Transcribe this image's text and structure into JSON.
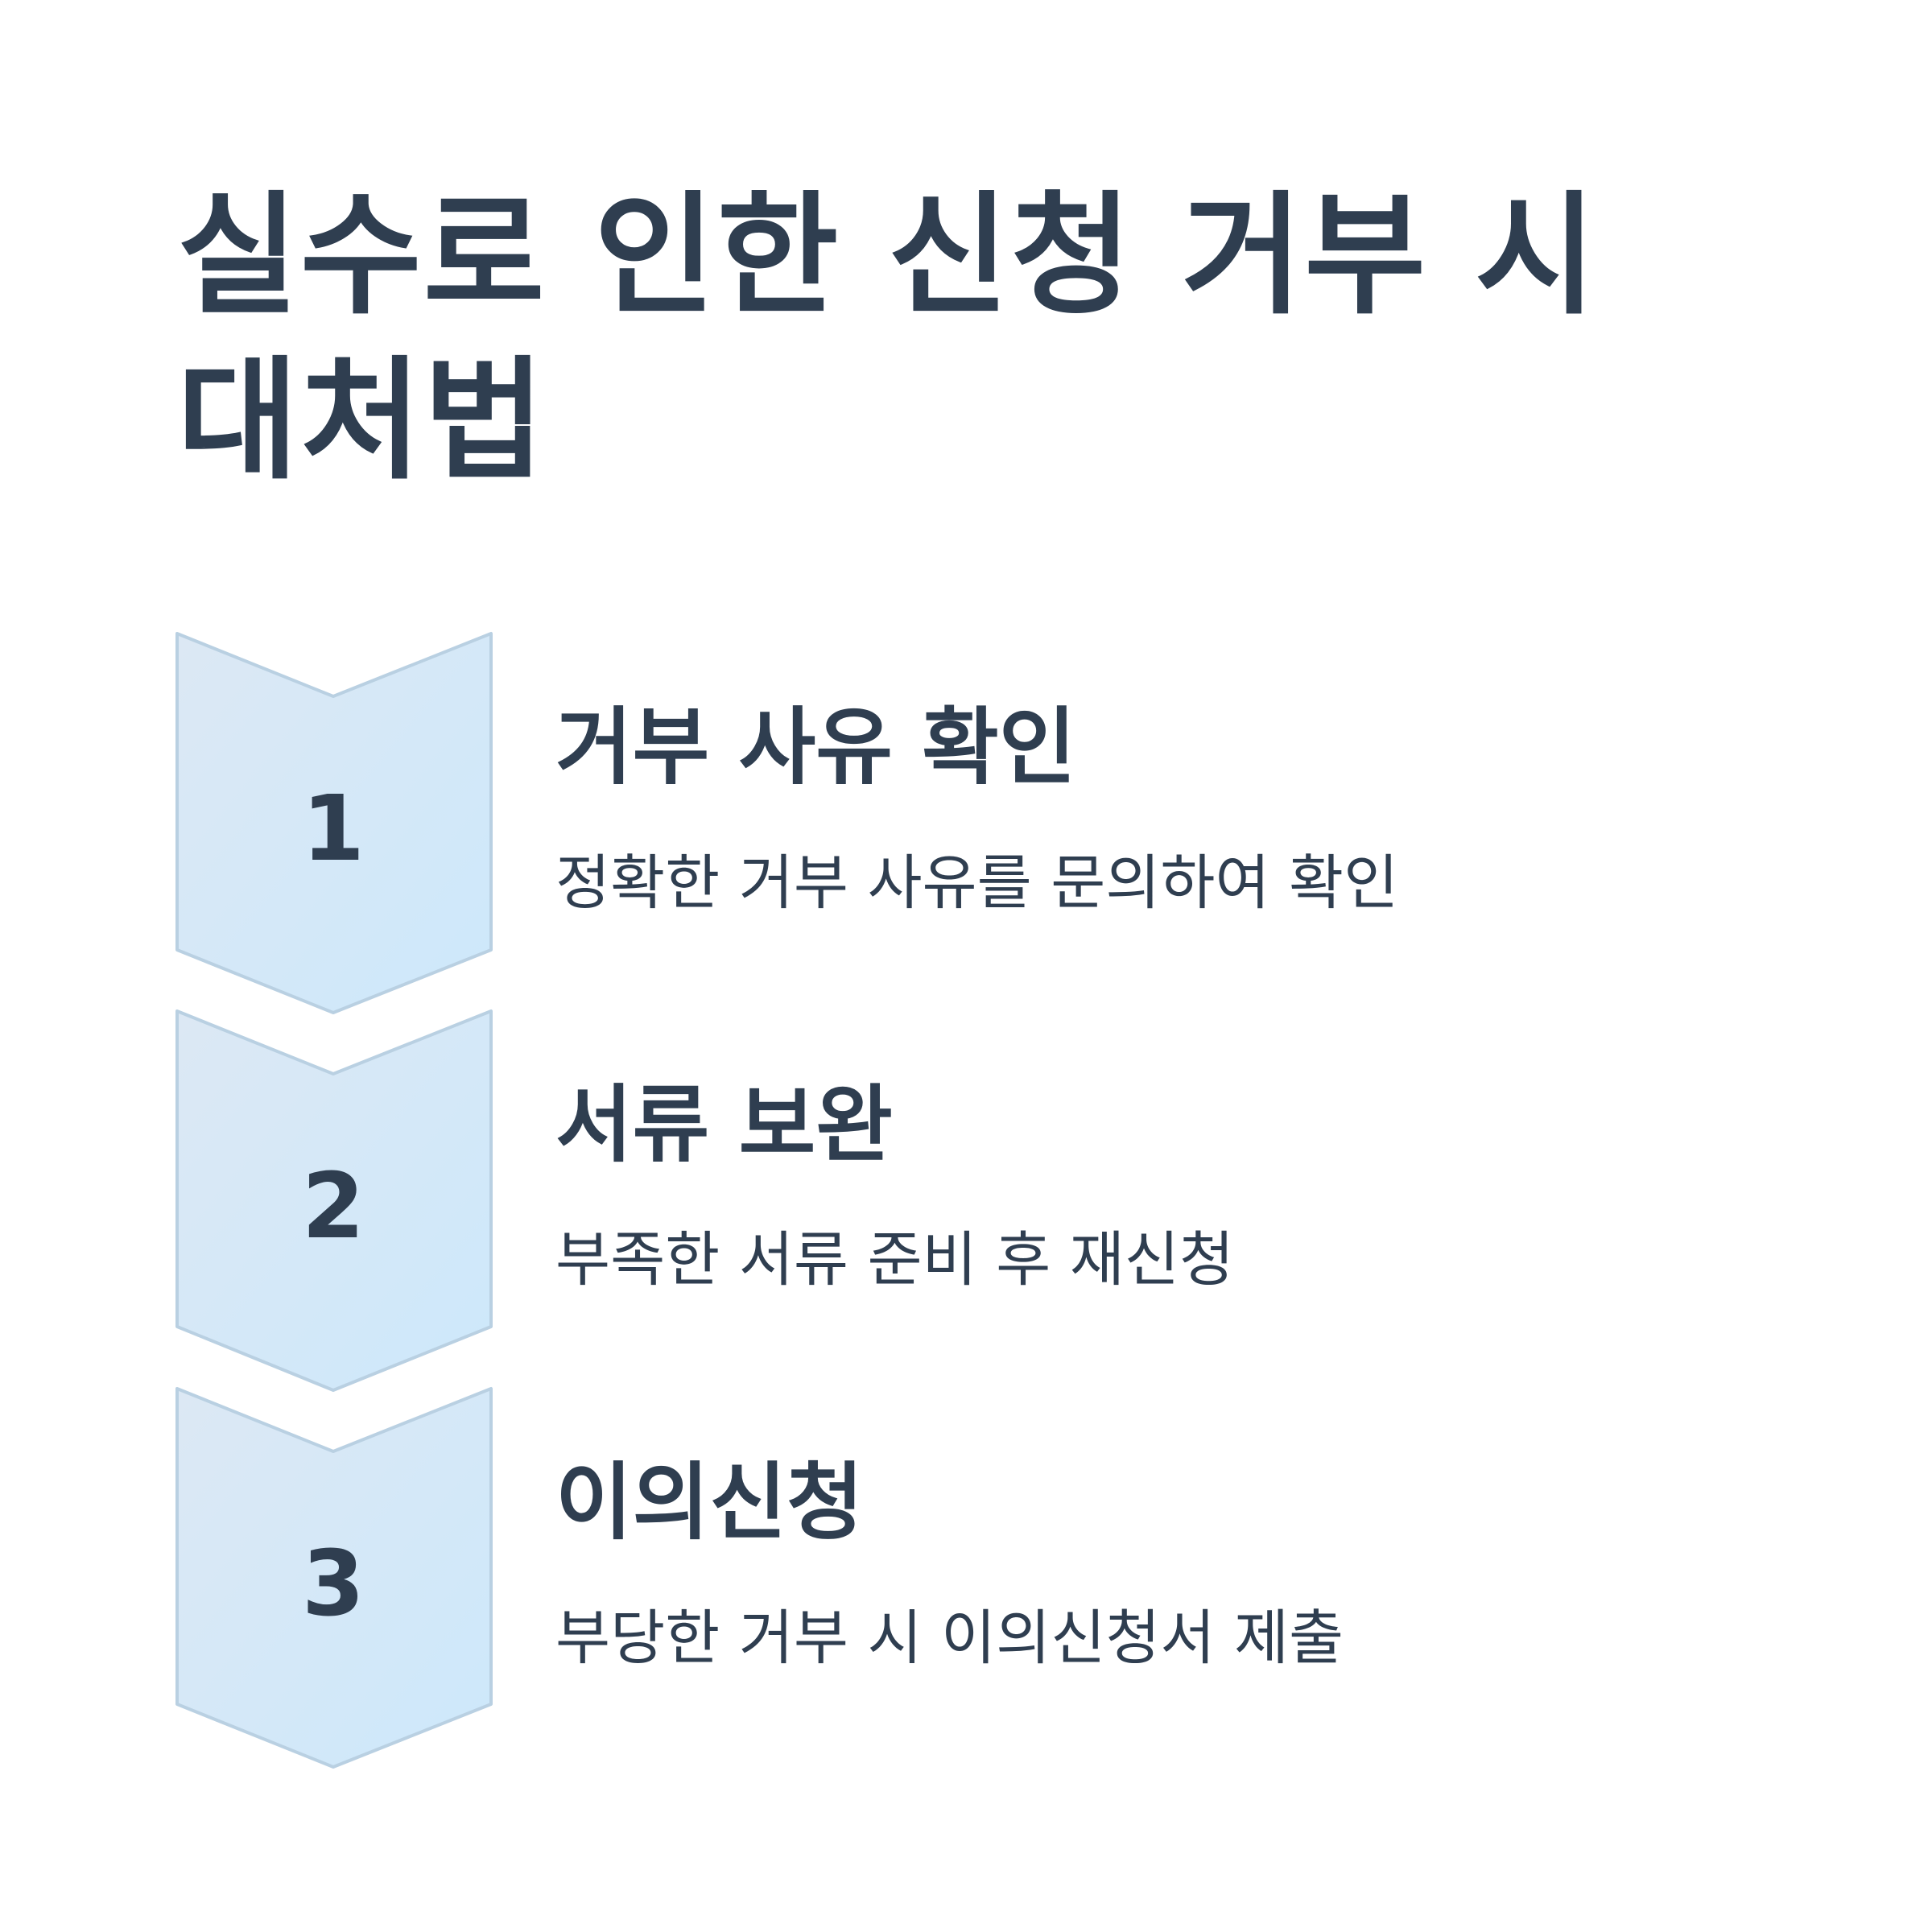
{
  "title": "실수로 인한 신청 거부 시 대처법",
  "colors": {
    "text": "#2f3e50",
    "chevron_fill_start": "#dce8f4",
    "chevron_fill_end": "#cde8fb",
    "chevron_stroke": "#b9d0e2"
  },
  "steps": [
    {
      "number": "1",
      "title": "거부 사유 확인",
      "description": "정확한 거부 사유를 문의하여 확인"
    },
    {
      "number": "2",
      "title": "서류 보완",
      "description": "부족한 서류 준비 후 재신청"
    },
    {
      "number": "3",
      "title": "이의신청",
      "description": "부당한 거부 시 이의신청서 제출"
    }
  ]
}
